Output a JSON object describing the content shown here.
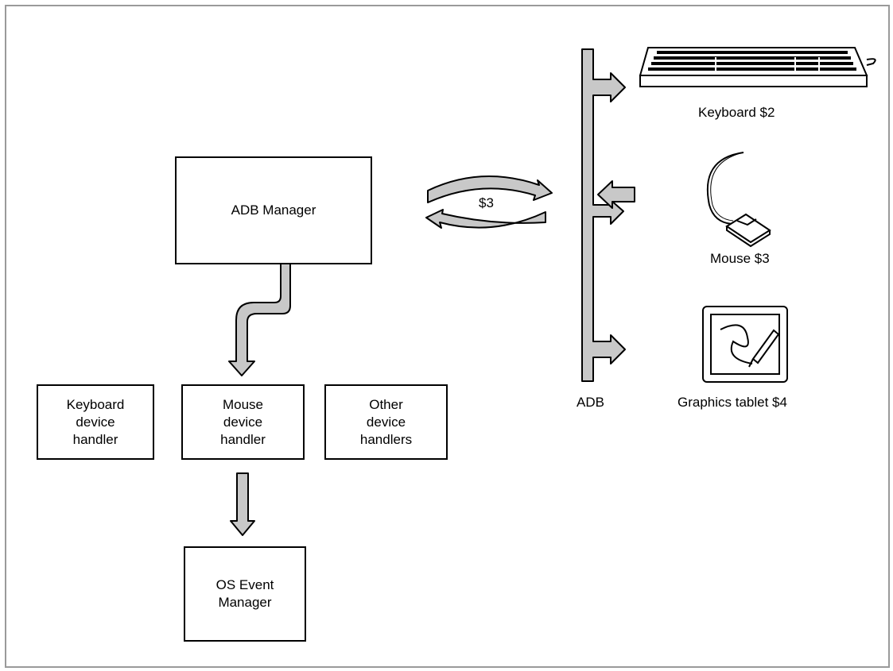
{
  "boxes": {
    "adb_manager": "ADB Manager",
    "keyboard_handler": "Keyboard\ndevice\nhandler",
    "mouse_handler": "Mouse\ndevice\nhandler",
    "other_handlers": "Other\ndevice\nhandlers",
    "os_event_manager": "OS Event\nManager"
  },
  "labels": {
    "address": "$3",
    "keyboard": "Keyboard $2",
    "mouse": "Mouse $3",
    "tablet": "Graphics tablet $4",
    "bus": "ADB"
  },
  "colors": {
    "arrow_fill": "#c8c8c8",
    "stroke": "#000000",
    "frame": "#9a9a9a"
  },
  "icons": [
    "keyboard-icon",
    "mouse-icon",
    "graphics-tablet-icon"
  ]
}
